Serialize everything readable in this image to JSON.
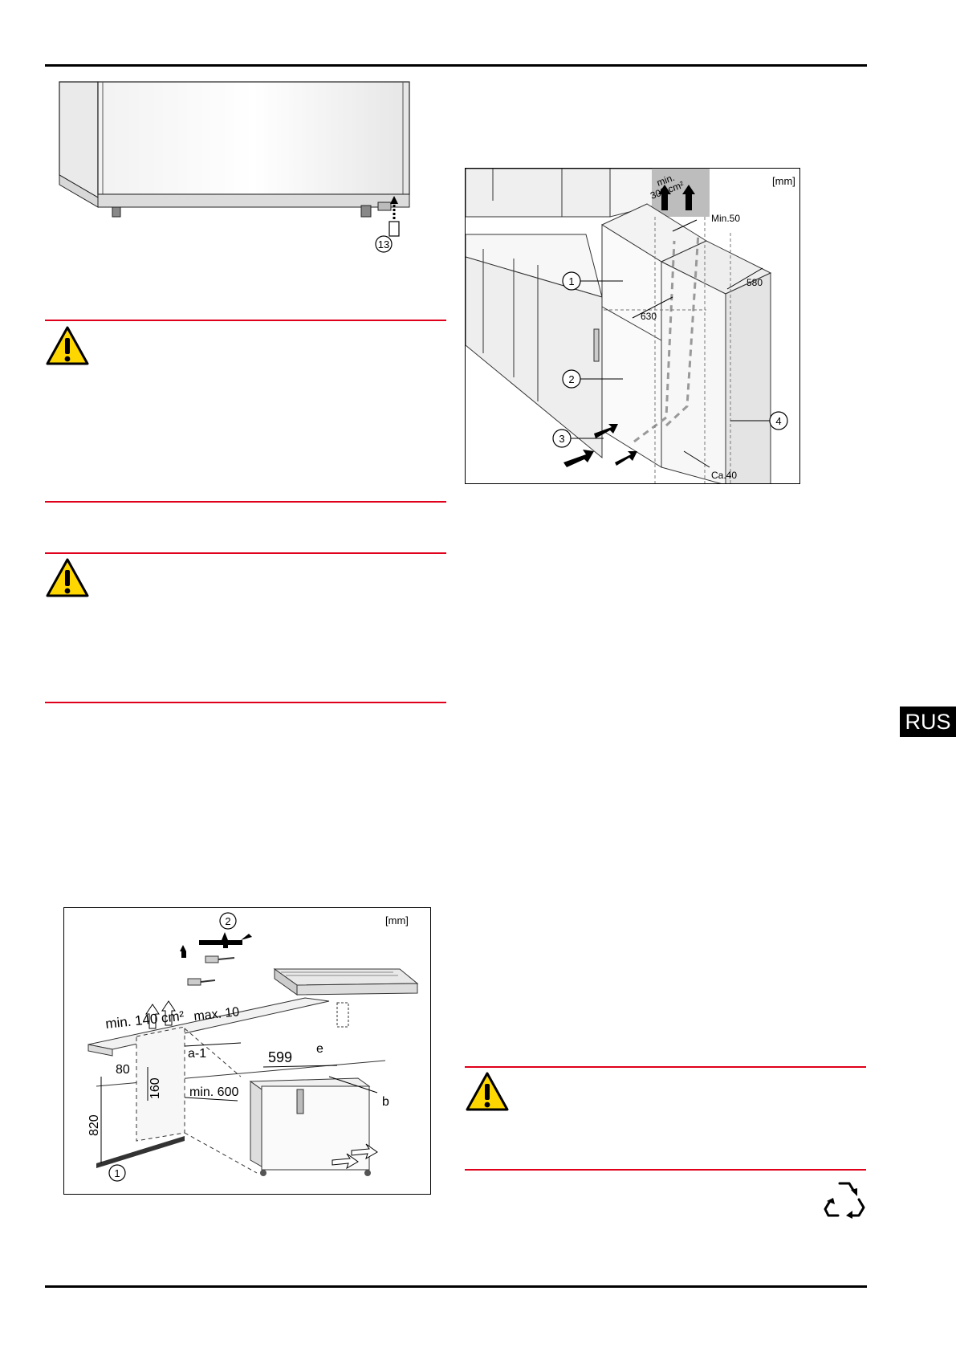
{
  "page": {
    "language_badge": "RUS"
  },
  "figure_top_left": {
    "callout_13": "13"
  },
  "figure_top_right": {
    "unit": "[mm]",
    "label_min": "min.",
    "label_area": "300 cm²",
    "label_min50": "Min.50",
    "label_580": "580",
    "label_630": "630",
    "label_ca40": "Ca.40",
    "callout_1": "1",
    "callout_2": "2",
    "callout_3": "3",
    "callout_4": "4"
  },
  "figure_bottom_left": {
    "unit": "[mm]",
    "label_min140": "min. 140 cm²",
    "label_max10": "max. 10",
    "label_a1": "a-1",
    "label_599": "599",
    "label_e": "e",
    "label_b": "b",
    "label_80": "80",
    "label_160": "160",
    "label_820": "820",
    "label_min600": "min. 600",
    "callout_1": "1",
    "callout_2": "2"
  },
  "icons": {
    "warning": "warning-triangle-icon",
    "recycle": "recycling-icon"
  },
  "colors": {
    "warning_red": "#e0001b",
    "warning_yellow": "#ffd700"
  }
}
